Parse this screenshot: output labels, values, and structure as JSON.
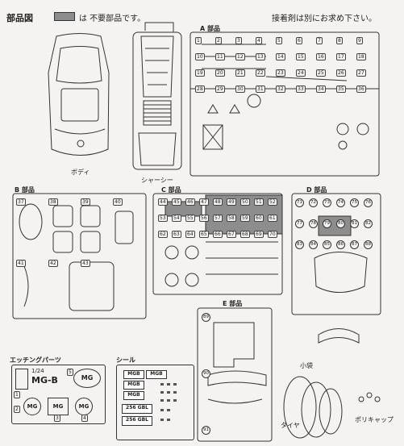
{
  "header": {
    "title": "部品図",
    "legend_text": "は 不要部品です。",
    "note": "接着剤は別にお求め下さい。"
  },
  "labels": {
    "body": "ボディ",
    "chassis": "シャーシー",
    "a_parts": "A 部品",
    "b_parts": "B 部品",
    "c_parts": "C 部品",
    "d_parts": "D 部品",
    "e_parts": "E 部品",
    "etching": "エッチングパーツ",
    "seal": "シール",
    "small_bag": "小袋",
    "tire": "タイヤ",
    "polycap": "ポリキャップ"
  },
  "etching": {
    "scale": "1/24",
    "model": "MG-B",
    "nums": [
      "1",
      "2",
      "3",
      "4",
      "5"
    ]
  },
  "seal_texts": [
    "MGB",
    "MGB",
    "MGB",
    "MGB",
    "256 GBL",
    "256 GBL"
  ],
  "a_parts_nums": [
    "1",
    "2",
    "3",
    "4",
    "5",
    "6",
    "7",
    "8",
    "9",
    "10",
    "11",
    "12",
    "13",
    "14",
    "15",
    "16",
    "17",
    "18",
    "19",
    "20",
    "21",
    "22",
    "23",
    "24",
    "25",
    "26",
    "27",
    "28",
    "29",
    "30",
    "31",
    "32",
    "33",
    "34",
    "35",
    "36"
  ],
  "b_parts_nums": [
    "37",
    "38",
    "39",
    "40",
    "41",
    "42",
    "43"
  ],
  "c_parts_nums": [
    "44",
    "45",
    "46",
    "47",
    "48",
    "49",
    "50",
    "51",
    "52",
    "53",
    "54",
    "55",
    "56",
    "57",
    "58",
    "59",
    "60",
    "61",
    "62",
    "63",
    "64",
    "65",
    "66",
    "67",
    "68",
    "69",
    "70"
  ],
  "d_parts_nums": [
    "71",
    "72",
    "73",
    "74",
    "75",
    "76",
    "77",
    "78",
    "79",
    "80",
    "81",
    "82",
    "83",
    "84",
    "85",
    "86",
    "87",
    "88"
  ],
  "e_parts_nums": [
    "89",
    "90",
    "91"
  ],
  "colors": {
    "ink": "#222222",
    "unneeded": "#8d8d8d",
    "paper": "#f4f3f1"
  }
}
